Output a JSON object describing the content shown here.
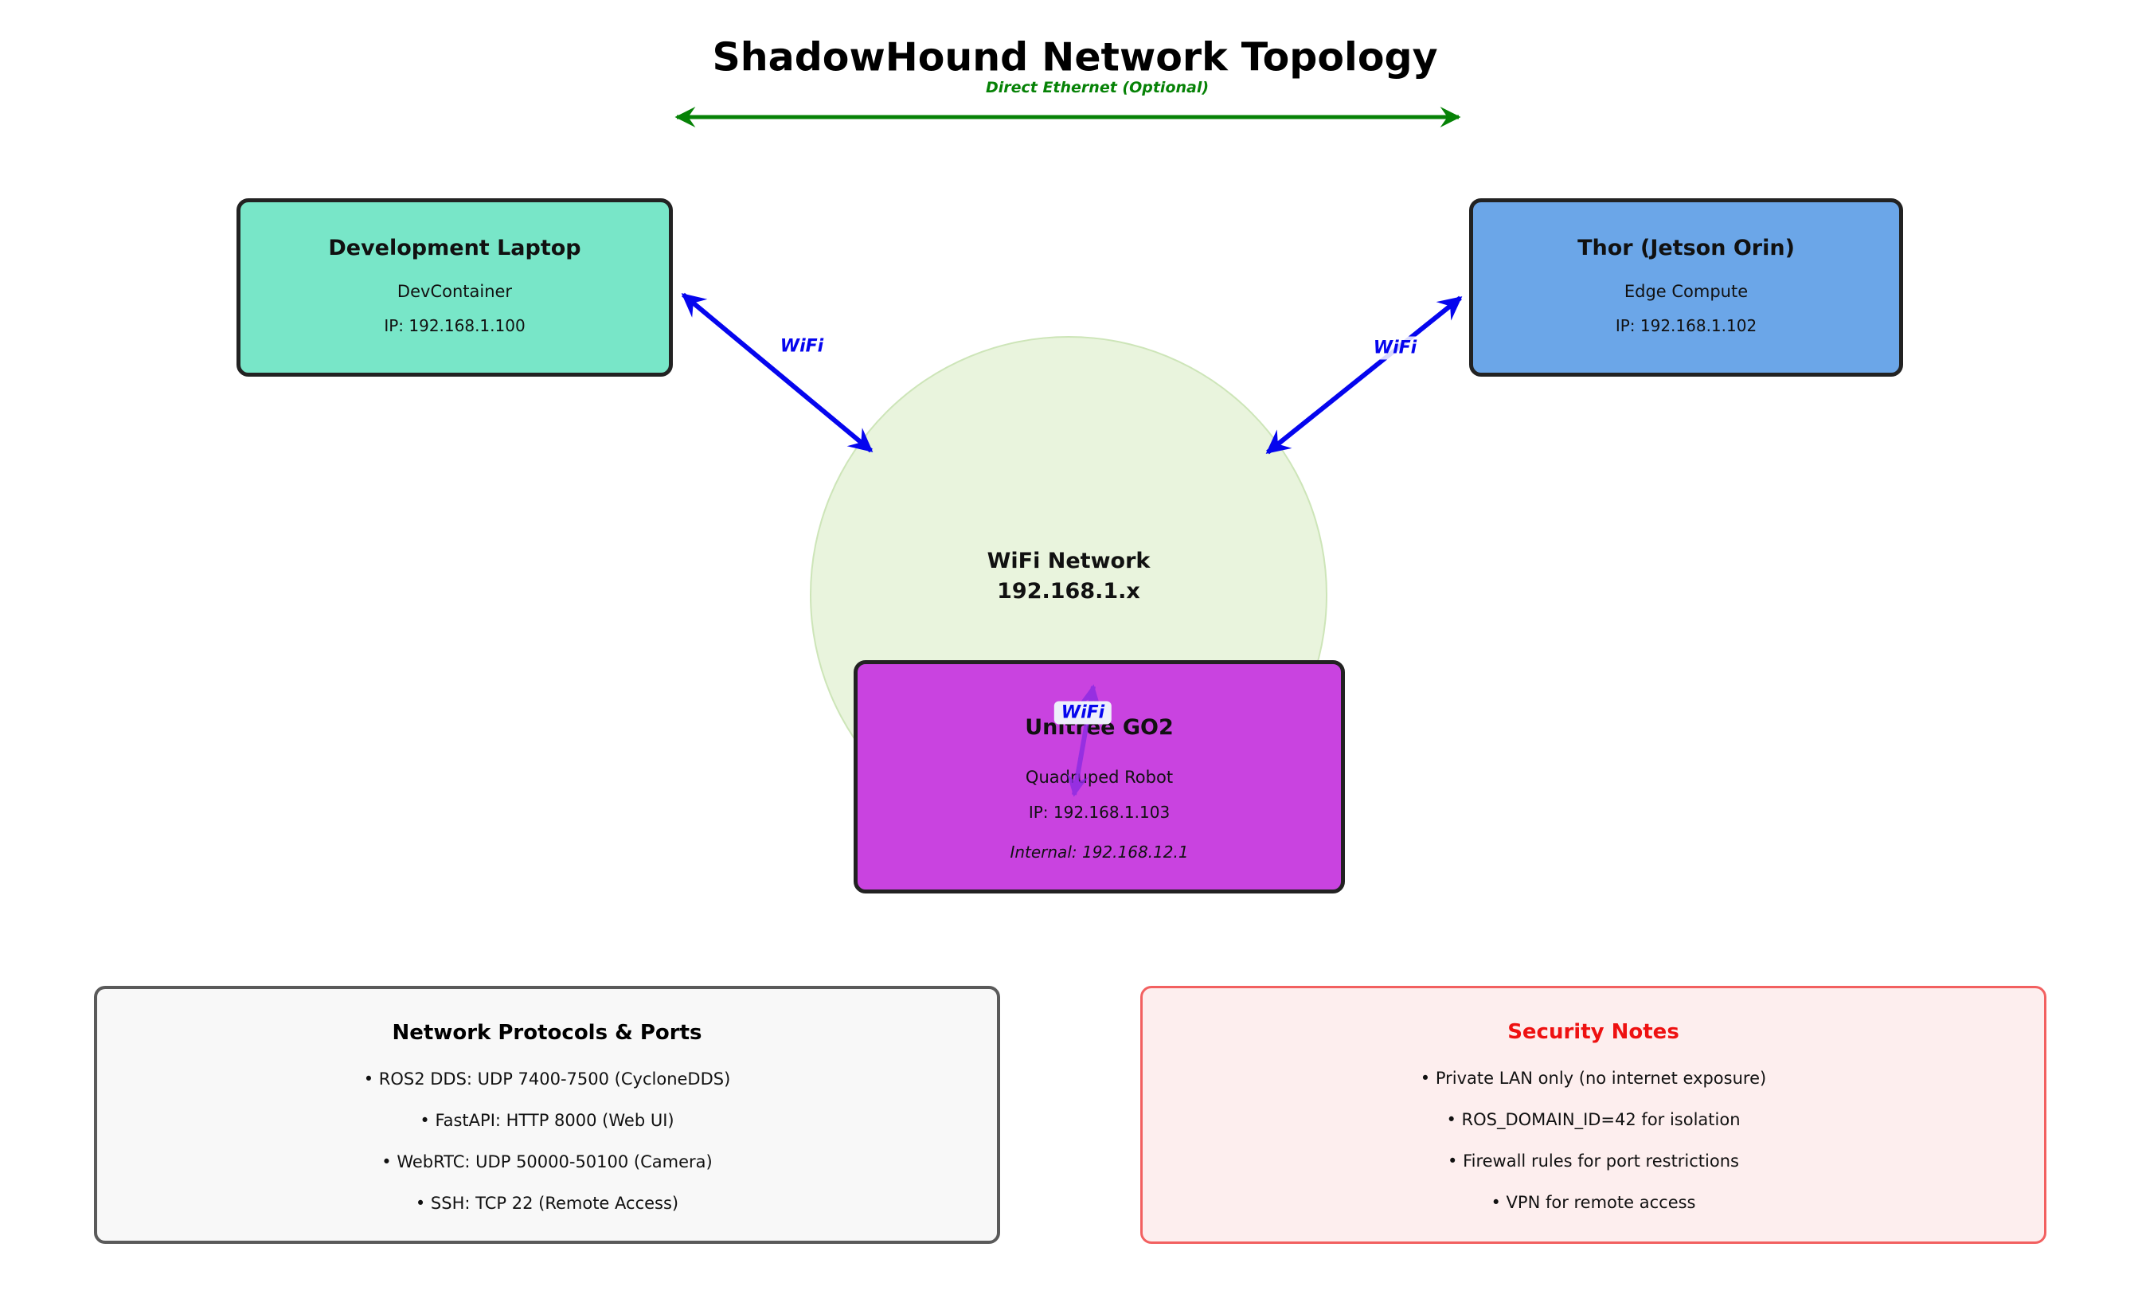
{
  "title": "ShadowHound Network Topology",
  "ethernet_link": {
    "label": "Direct Ethernet (Optional)"
  },
  "wifi_cloud": {
    "name": "WiFi Network",
    "subnet": "192.168.1.x"
  },
  "links": {
    "laptop_wifi_label": "WiFi",
    "thor_wifi_label": "WiFi",
    "go2_wifi_label": "WiFi"
  },
  "nodes": {
    "laptop": {
      "title": "Development Laptop",
      "subtitle": "DevContainer",
      "ip": "IP: 192.168.1.100"
    },
    "thor": {
      "title": "Thor (Jetson Orin)",
      "subtitle": "Edge Compute",
      "ip": "IP: 192.168.1.102"
    },
    "go2": {
      "title": "Unitree GO2",
      "subtitle": "Quadruped Robot",
      "ip": "IP: 192.168.1.103",
      "internal_ip": "Internal: 192.168.12.1"
    }
  },
  "protocols_panel": {
    "title": "Network Protocols & Ports",
    "items": [
      "• ROS2 DDS: UDP 7400-7500 (CycloneDDS)",
      "• FastAPI: HTTP 8000 (Web UI)",
      "• WebRTC: UDP 50000-50100 (Camera)",
      "• SSH: TCP 22 (Remote Access)"
    ]
  },
  "security_panel": {
    "title": "Security Notes",
    "items": [
      "• Private LAN only (no internet exposure)",
      "• ROS_DOMAIN_ID=42 for isolation",
      "• Firewall rules for port restrictions",
      "• VPN for remote access"
    ]
  },
  "colors": {
    "laptop_fill": "#78e6c8",
    "thor_fill": "#6ba6e8",
    "go2_fill": "#c943e0",
    "wifi_fill": "#e9f4dd",
    "ethernet_green": "#068206",
    "wifi_blue": "#0505ee",
    "go2_link_purple": "#8a2be2",
    "node_border": "#222222",
    "protocols_fill": "#f8f8f8",
    "protocols_border": "#5a5a5a",
    "security_fill": "#fdeeee",
    "security_border": "#f26060",
    "security_red": "#ee1111"
  }
}
